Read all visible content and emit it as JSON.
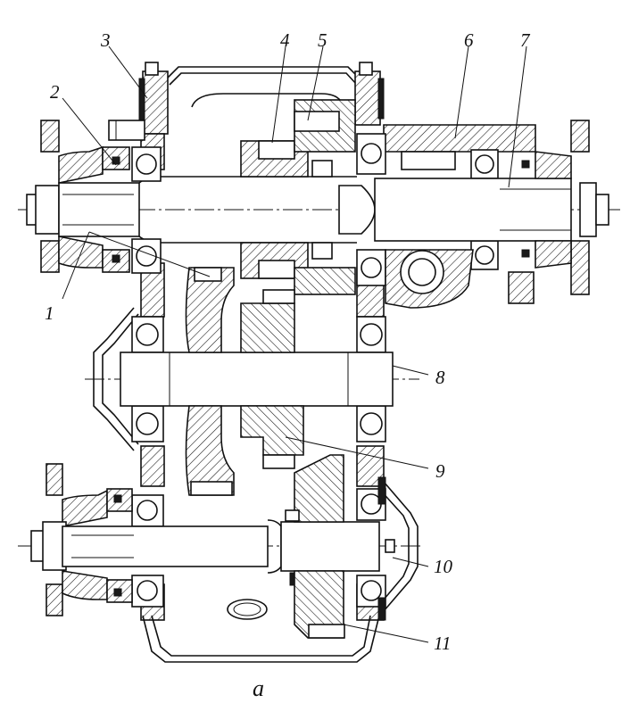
{
  "figure": {
    "caption": "a",
    "labels": [
      {
        "id": "1",
        "text": "1"
      },
      {
        "id": "2",
        "text": "2"
      },
      {
        "id": "3",
        "text": "3"
      },
      {
        "id": "4",
        "text": "4"
      },
      {
        "id": "5",
        "text": "5"
      },
      {
        "id": "6",
        "text": "6"
      },
      {
        "id": "7",
        "text": "7"
      },
      {
        "id": "8",
        "text": "8"
      },
      {
        "id": "9",
        "text": "9"
      },
      {
        "id": "10",
        "text": "10"
      },
      {
        "id": "11",
        "text": "11"
      }
    ]
  }
}
